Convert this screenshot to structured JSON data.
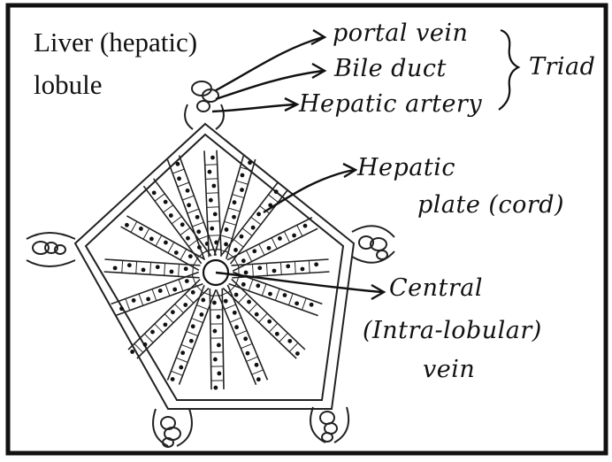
{
  "title": {
    "line1": "Liver (hepatic)",
    "line2": "lobule"
  },
  "labels": {
    "portal_vein": "portal vein",
    "bile_duct": "Bile duct",
    "hepatic_artery": "Hepatic artery",
    "triad": "Triad",
    "hepatic_plate_line1": "Hepatic",
    "hepatic_plate_line2": "plate (cord)",
    "central_line1": "Central",
    "central_line2": "(Intra-lobular)",
    "central_line3": "vein"
  },
  "colors": {
    "ink": "#111111",
    "border": "#111111",
    "background": "#ffffff"
  }
}
